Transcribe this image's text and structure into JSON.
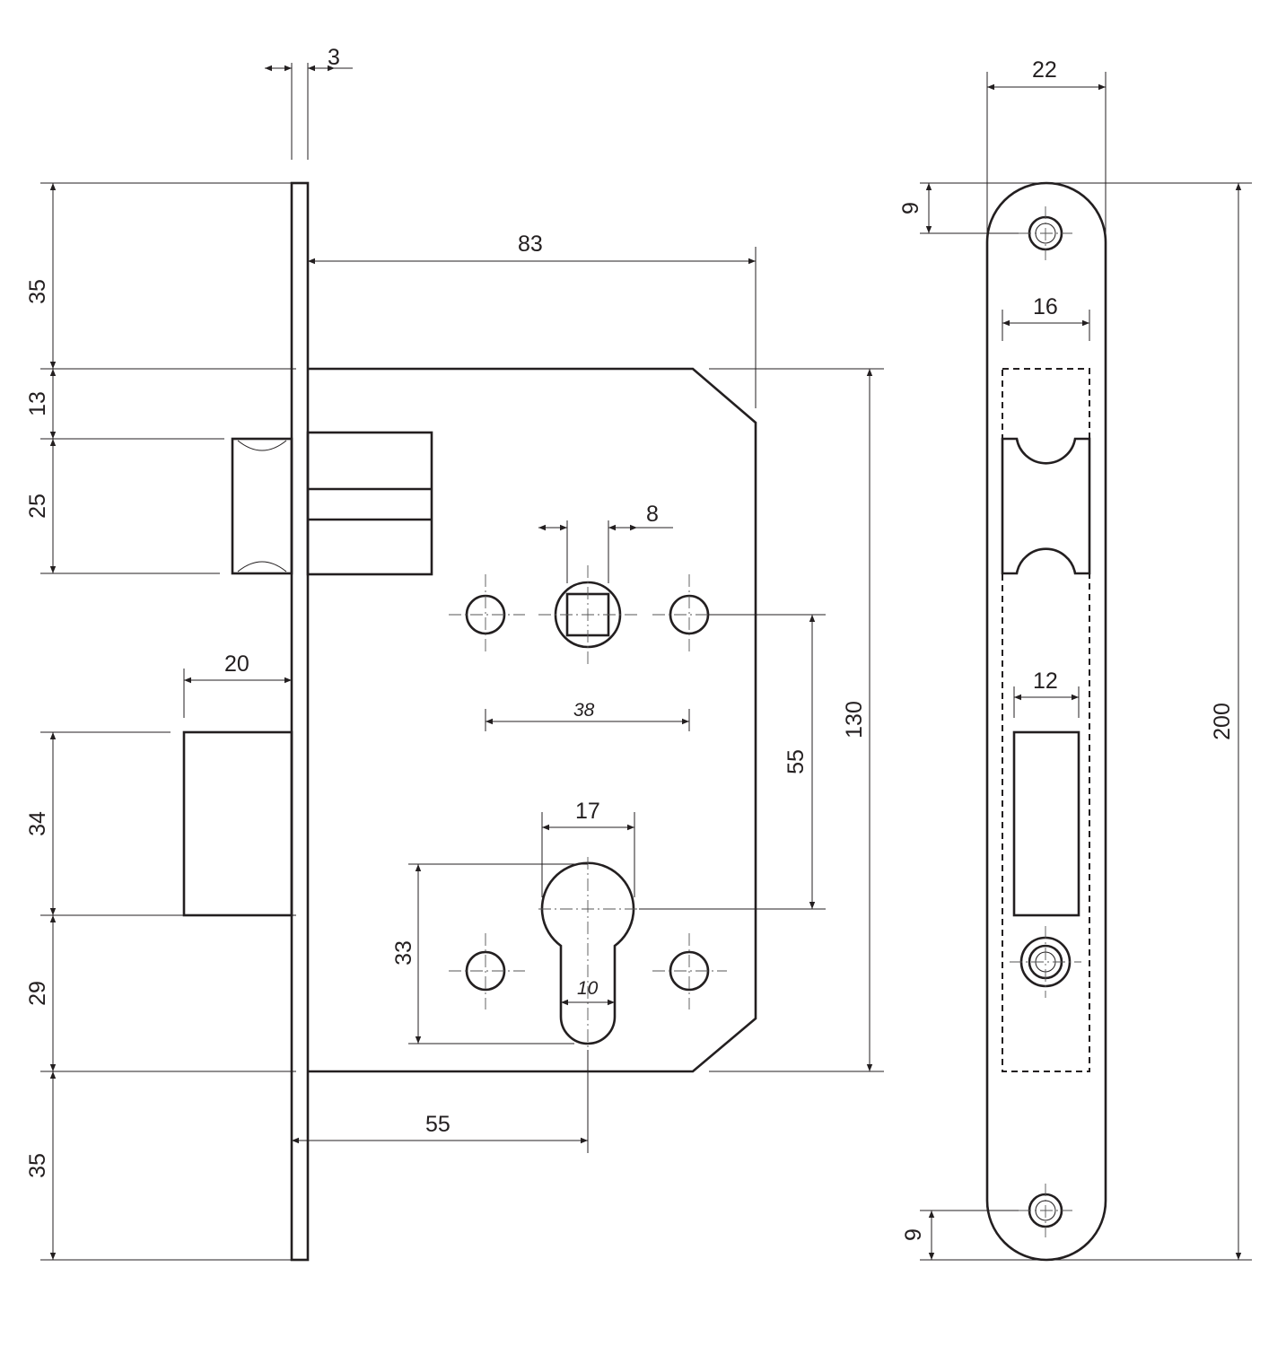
{
  "dimensions": {
    "faceplate_thickness": "3",
    "backset_case": "83",
    "top_to_case": "35",
    "case_to_latch": "13",
    "latch_height": "25",
    "follower_square": "8",
    "hole_spacing_38": "38",
    "bolt_throw": "20",
    "bolt_height": "34",
    "bolt_to_case_bottom": "29",
    "bottom_to_case": "35",
    "cylinder_width": "17",
    "cylinder_height": "33",
    "cylinder_slot": "10",
    "backset": "55",
    "center_distance": "55",
    "case_height": "130",
    "strike_width": "22",
    "strike_top_screw": "9",
    "strike_latch_width": "16",
    "strike_bolt_width": "12",
    "strike_height": "200",
    "strike_bottom_screw": "9"
  }
}
